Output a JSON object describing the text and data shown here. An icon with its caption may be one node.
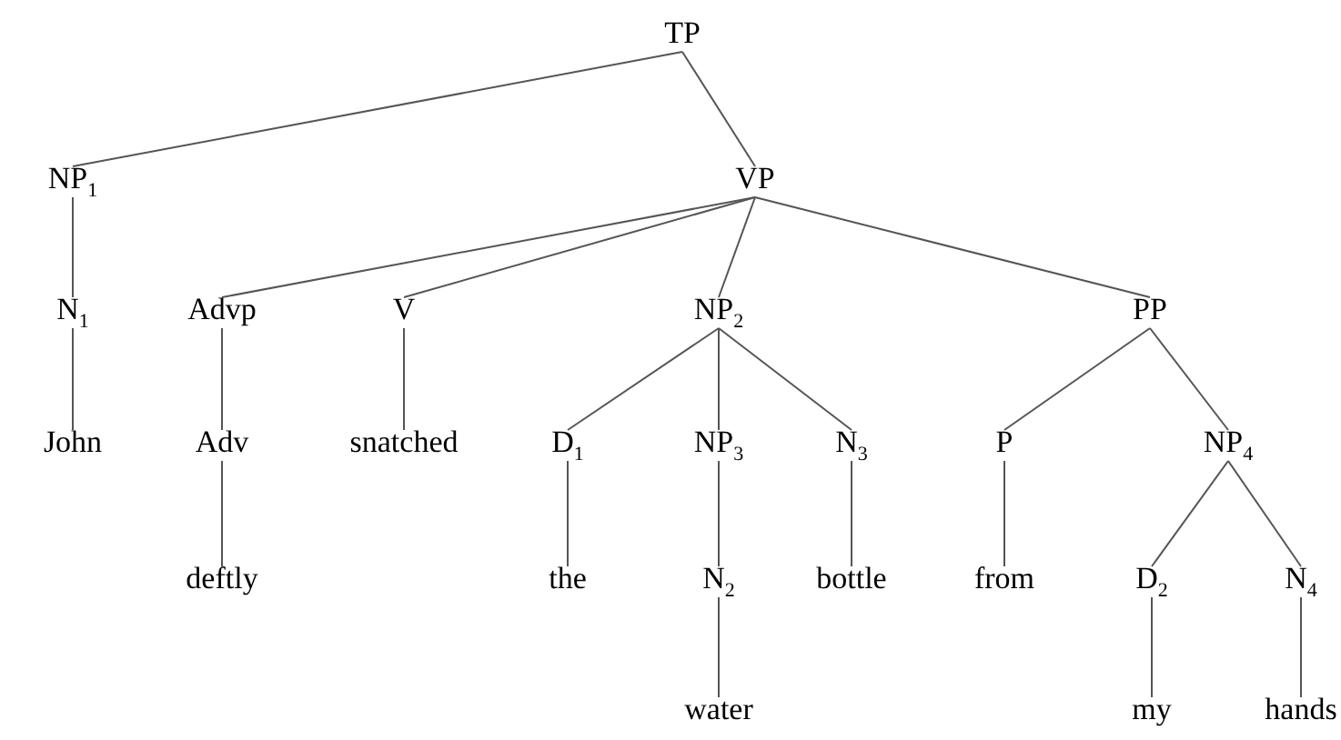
{
  "diagram": {
    "nodes": [
      {
        "text": [
          "TP"
        ]
      },
      {
        "text": [
          "NP$_{1}$"
        ]
      },
      {
        "text": [
          "VP"
        ]
      },
      {
        "text": [
          "N$_{1}$"
        ]
      },
      {
        "text": [
          "Advp"
        ]
      },
      {
        "text": [
          "V"
        ]
      },
      {
        "text": [
          "NP$_{2}$"
        ]
      },
      {
        "text": [
          "PP"
        ]
      },
      {
        "text": [
          "John"
        ]
      },
      {
        "text": [
          "Adv"
        ]
      },
      {
        "text": [
          "snatched"
        ]
      },
      {
        "text": [
          "D$_{1}$"
        ]
      },
      {
        "text": [
          "NP$_{3}$"
        ]
      },
      {
        "text": [
          "N$_{3}$"
        ]
      },
      {
        "text": [
          "P"
        ]
      },
      {
        "text": [
          "NP$_{4}$"
        ]
      },
      {
        "text": [
          "deftly"
        ]
      },
      {
        "text": [
          "the"
        ]
      },
      {
        "text": [
          "N$_{2}$"
        ]
      },
      {
        "text": [
          "bottle"
        ]
      },
      {
        "text": [
          "from"
        ]
      },
      {
        "text": [
          "D$_{2}$"
        ]
      },
      {
        "text": [
          "N$_{4}$"
        ]
      },
      {
        "text": [
          "water"
        ]
      },
      {
        "text": [
          "my"
        ]
      },
      {
        "text": [
          "hands"
        ]
      }
    ],
    "edges": [
      {
        "from": 0,
        "to": 1,
        "arrow": "none"
      },
      {
        "from": 0,
        "to": 2,
        "arrow": "none"
      },
      {
        "from": 1,
        "to": 3,
        "arrow": "none"
      },
      {
        "from": 2,
        "to": 4,
        "arrow": "none"
      },
      {
        "from": 2,
        "to": 5,
        "arrow": "none"
      },
      {
        "from": 2,
        "to": 6,
        "arrow": "none"
      },
      {
        "from": 2,
        "to": 7,
        "arrow": "none"
      },
      {
        "from": 3,
        "to": 8,
        "arrow": "none"
      },
      {
        "from": 4,
        "to": 9,
        "arrow": "none"
      },
      {
        "from": 5,
        "to": 10,
        "arrow": "none"
      },
      {
        "from": 6,
        "to": 11,
        "arrow": "none"
      },
      {
        "from": 6,
        "to": 12,
        "arrow": "none"
      },
      {
        "from": 6,
        "to": 13,
        "arrow": "none"
      },
      {
        "from": 7,
        "to": 14,
        "arrow": "none"
      },
      {
        "from": 7,
        "to": 15,
        "arrow": "none"
      },
      {
        "from": 9,
        "to": 16,
        "arrow": "none"
      },
      {
        "from": 11,
        "to": 17,
        "arrow": "none"
      },
      {
        "from": 12,
        "to": 18,
        "arrow": "none"
      },
      {
        "from": 13,
        "to": 19,
        "arrow": "none"
      },
      {
        "from": 14,
        "to": 20,
        "arrow": "none"
      },
      {
        "from": 15,
        "to": 21,
        "arrow": "none"
      },
      {
        "from": 15,
        "to": 22,
        "arrow": "none"
      },
      {
        "from": 18,
        "to": 23,
        "arrow": "none"
      },
      {
        "from": 21,
        "to": 24,
        "arrow": "none"
      },
      {
        "from": 22,
        "to": 25,
        "arrow": "none"
      }
    ]
  }
}
